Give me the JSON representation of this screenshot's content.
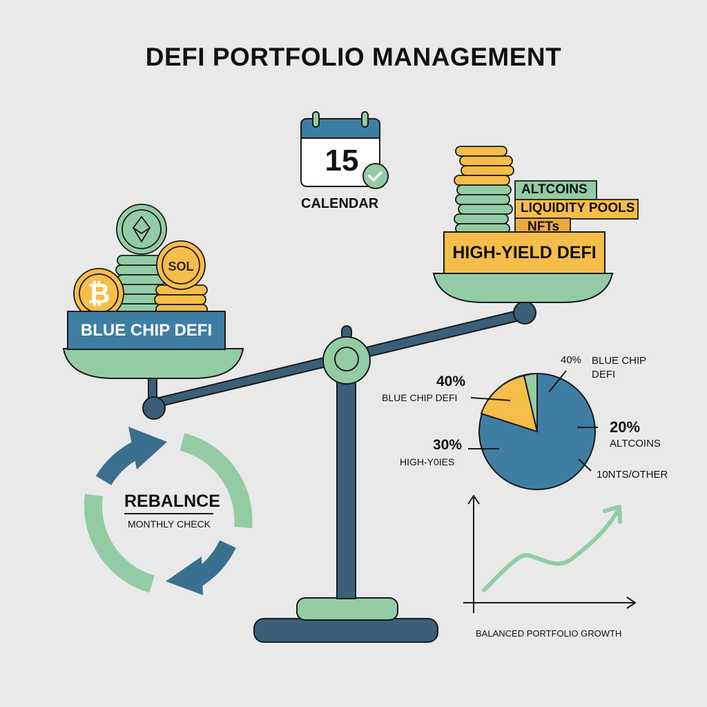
{
  "title": "DEFI PORTFOLIO MANAGEMENT",
  "colors": {
    "background": "#e9e9e9",
    "blue": "#3f7ea3",
    "dark_blue": "#3a5f78",
    "green": "#93cca4",
    "yellow": "#f5bd4a",
    "orange": "#eea93e",
    "outline": "#1a1a1a"
  },
  "calendar": {
    "day": "15",
    "label": "CALENDAR",
    "status_icon": "checkmark-icon"
  },
  "left_pan": {
    "label": "BLUE CHIP DEFI",
    "coins": [
      {
        "symbol": "bitcoin-icon",
        "glyph": "₿",
        "color": "#f5bd4a"
      },
      {
        "symbol": "ethereum-icon",
        "color": "#93cca4"
      },
      {
        "symbol": "sol-coin",
        "text": "SOL",
        "color": "#f5bd4a"
      }
    ]
  },
  "right_pan": {
    "label": "HIGH-YIELD DEFI",
    "tags": [
      "ALTCOINS",
      "LIQUIDITY POOLS",
      "NFTs"
    ]
  },
  "rebalance": {
    "title": "REBALNCE",
    "subtitle": "MONTHLY CHECK"
  },
  "growth_chart": {
    "label": "BALANCED PORTFOLIO GROWTH"
  },
  "chart_data": {
    "type": "pie",
    "title": "",
    "slices": [
      {
        "label": "BLUE CHIP DEFI",
        "value": 40,
        "value_label": "40%",
        "color": "#3f7ea3"
      },
      {
        "label": "ALTCOINS",
        "value": 20,
        "value_label": "20%",
        "color": "#3f7ea3"
      },
      {
        "label": "10NTS/OTHER",
        "value": 10,
        "value_label": "",
        "color": "#3f7ea3"
      },
      {
        "label": "HIGH-Y0IES",
        "value": 30,
        "value_label": "30%",
        "color": "#3f7ea3"
      },
      {
        "label": "BLUE CHIP DEFI",
        "value": 40,
        "value_label": "40%",
        "color": "#f5bd4a"
      },
      {
        "label": "",
        "value": 4,
        "value_label": "",
        "color": "#93cca4"
      }
    ],
    "visual_shares_deg": {
      "blue": 305,
      "yellow": 47,
      "green": 8
    },
    "annotations": {
      "top_right": {
        "pct": "40%",
        "text": "BLUE CHIP DEFI"
      },
      "right": {
        "pct": "20%",
        "text": "ALTCOINS"
      },
      "bottom_right": {
        "text": "10NTS/OTHER"
      },
      "left_top": {
        "pct": "40%",
        "text": "BLUE CHIP DEFI"
      },
      "left_bottom": {
        "pct": "30%",
        "text": "HIGH-Y0IES"
      }
    }
  }
}
